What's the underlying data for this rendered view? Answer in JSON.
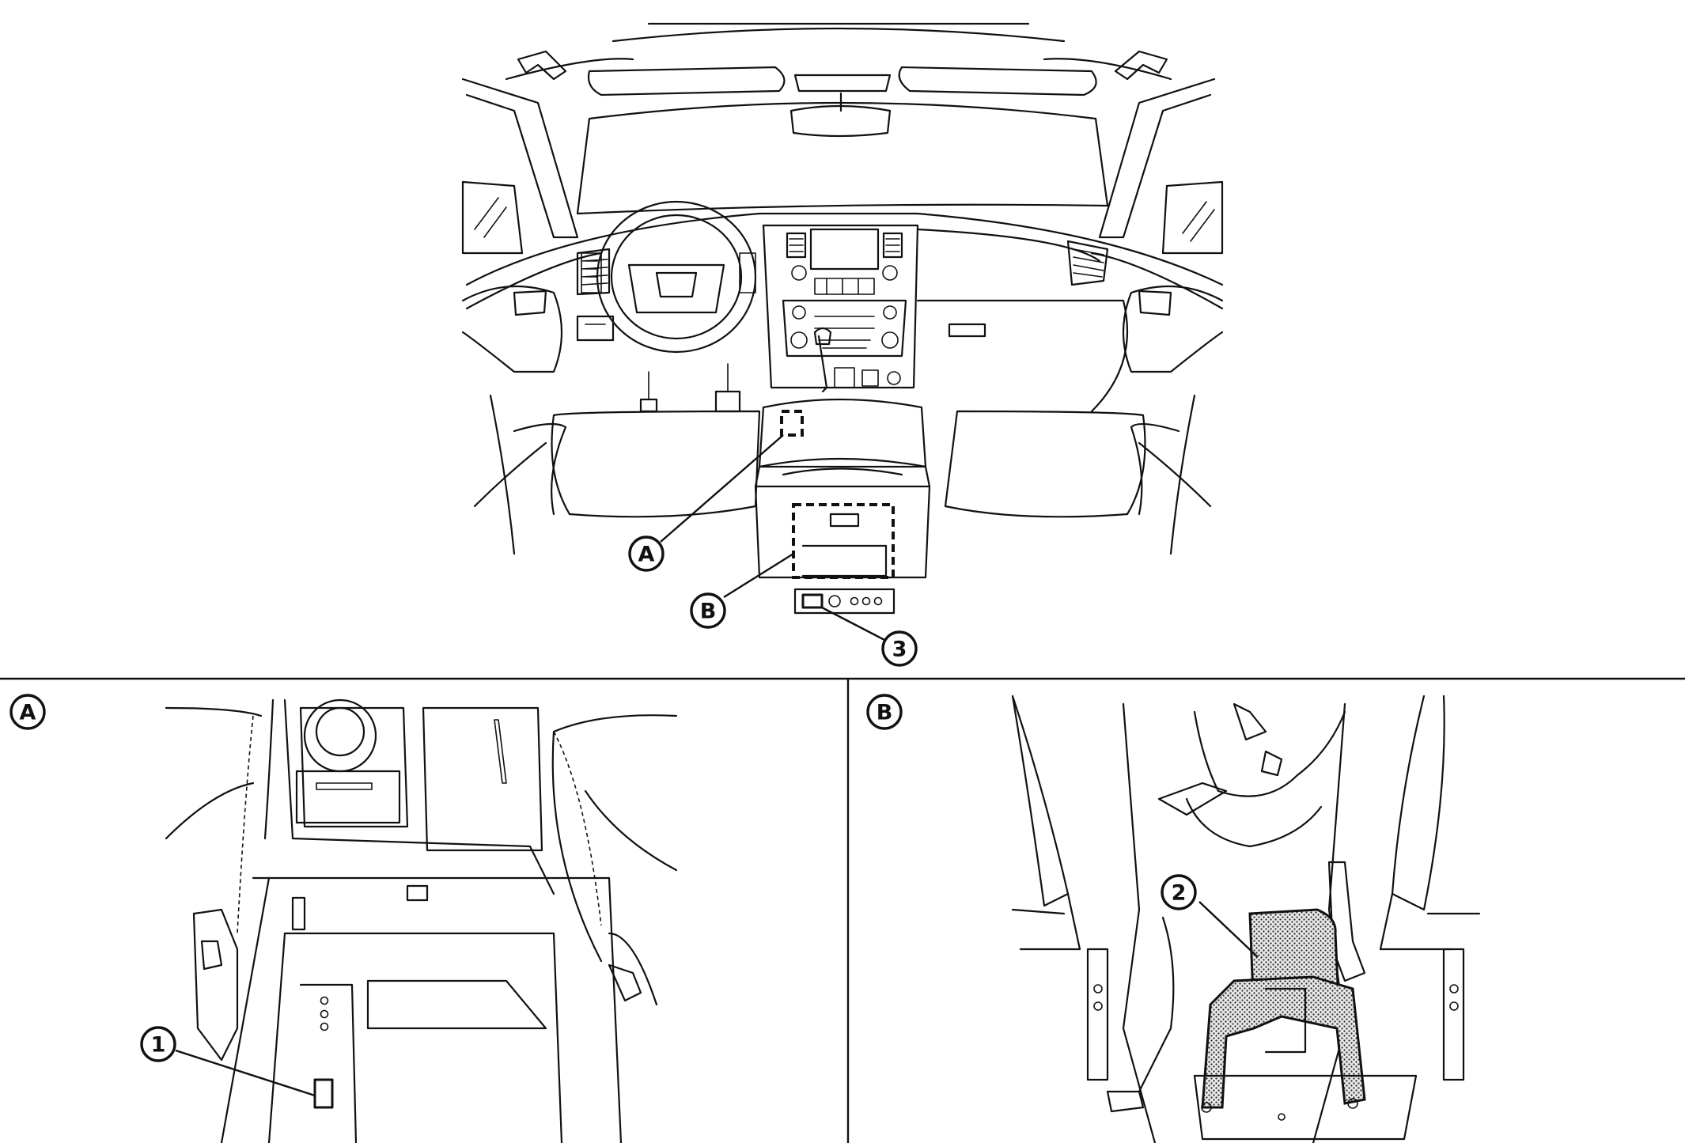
{
  "callouts": {
    "A_main": "A",
    "B_main": "B",
    "three": "3",
    "A_panel_title": "A",
    "B_panel_title": "B",
    "one": "1",
    "two": "2"
  }
}
